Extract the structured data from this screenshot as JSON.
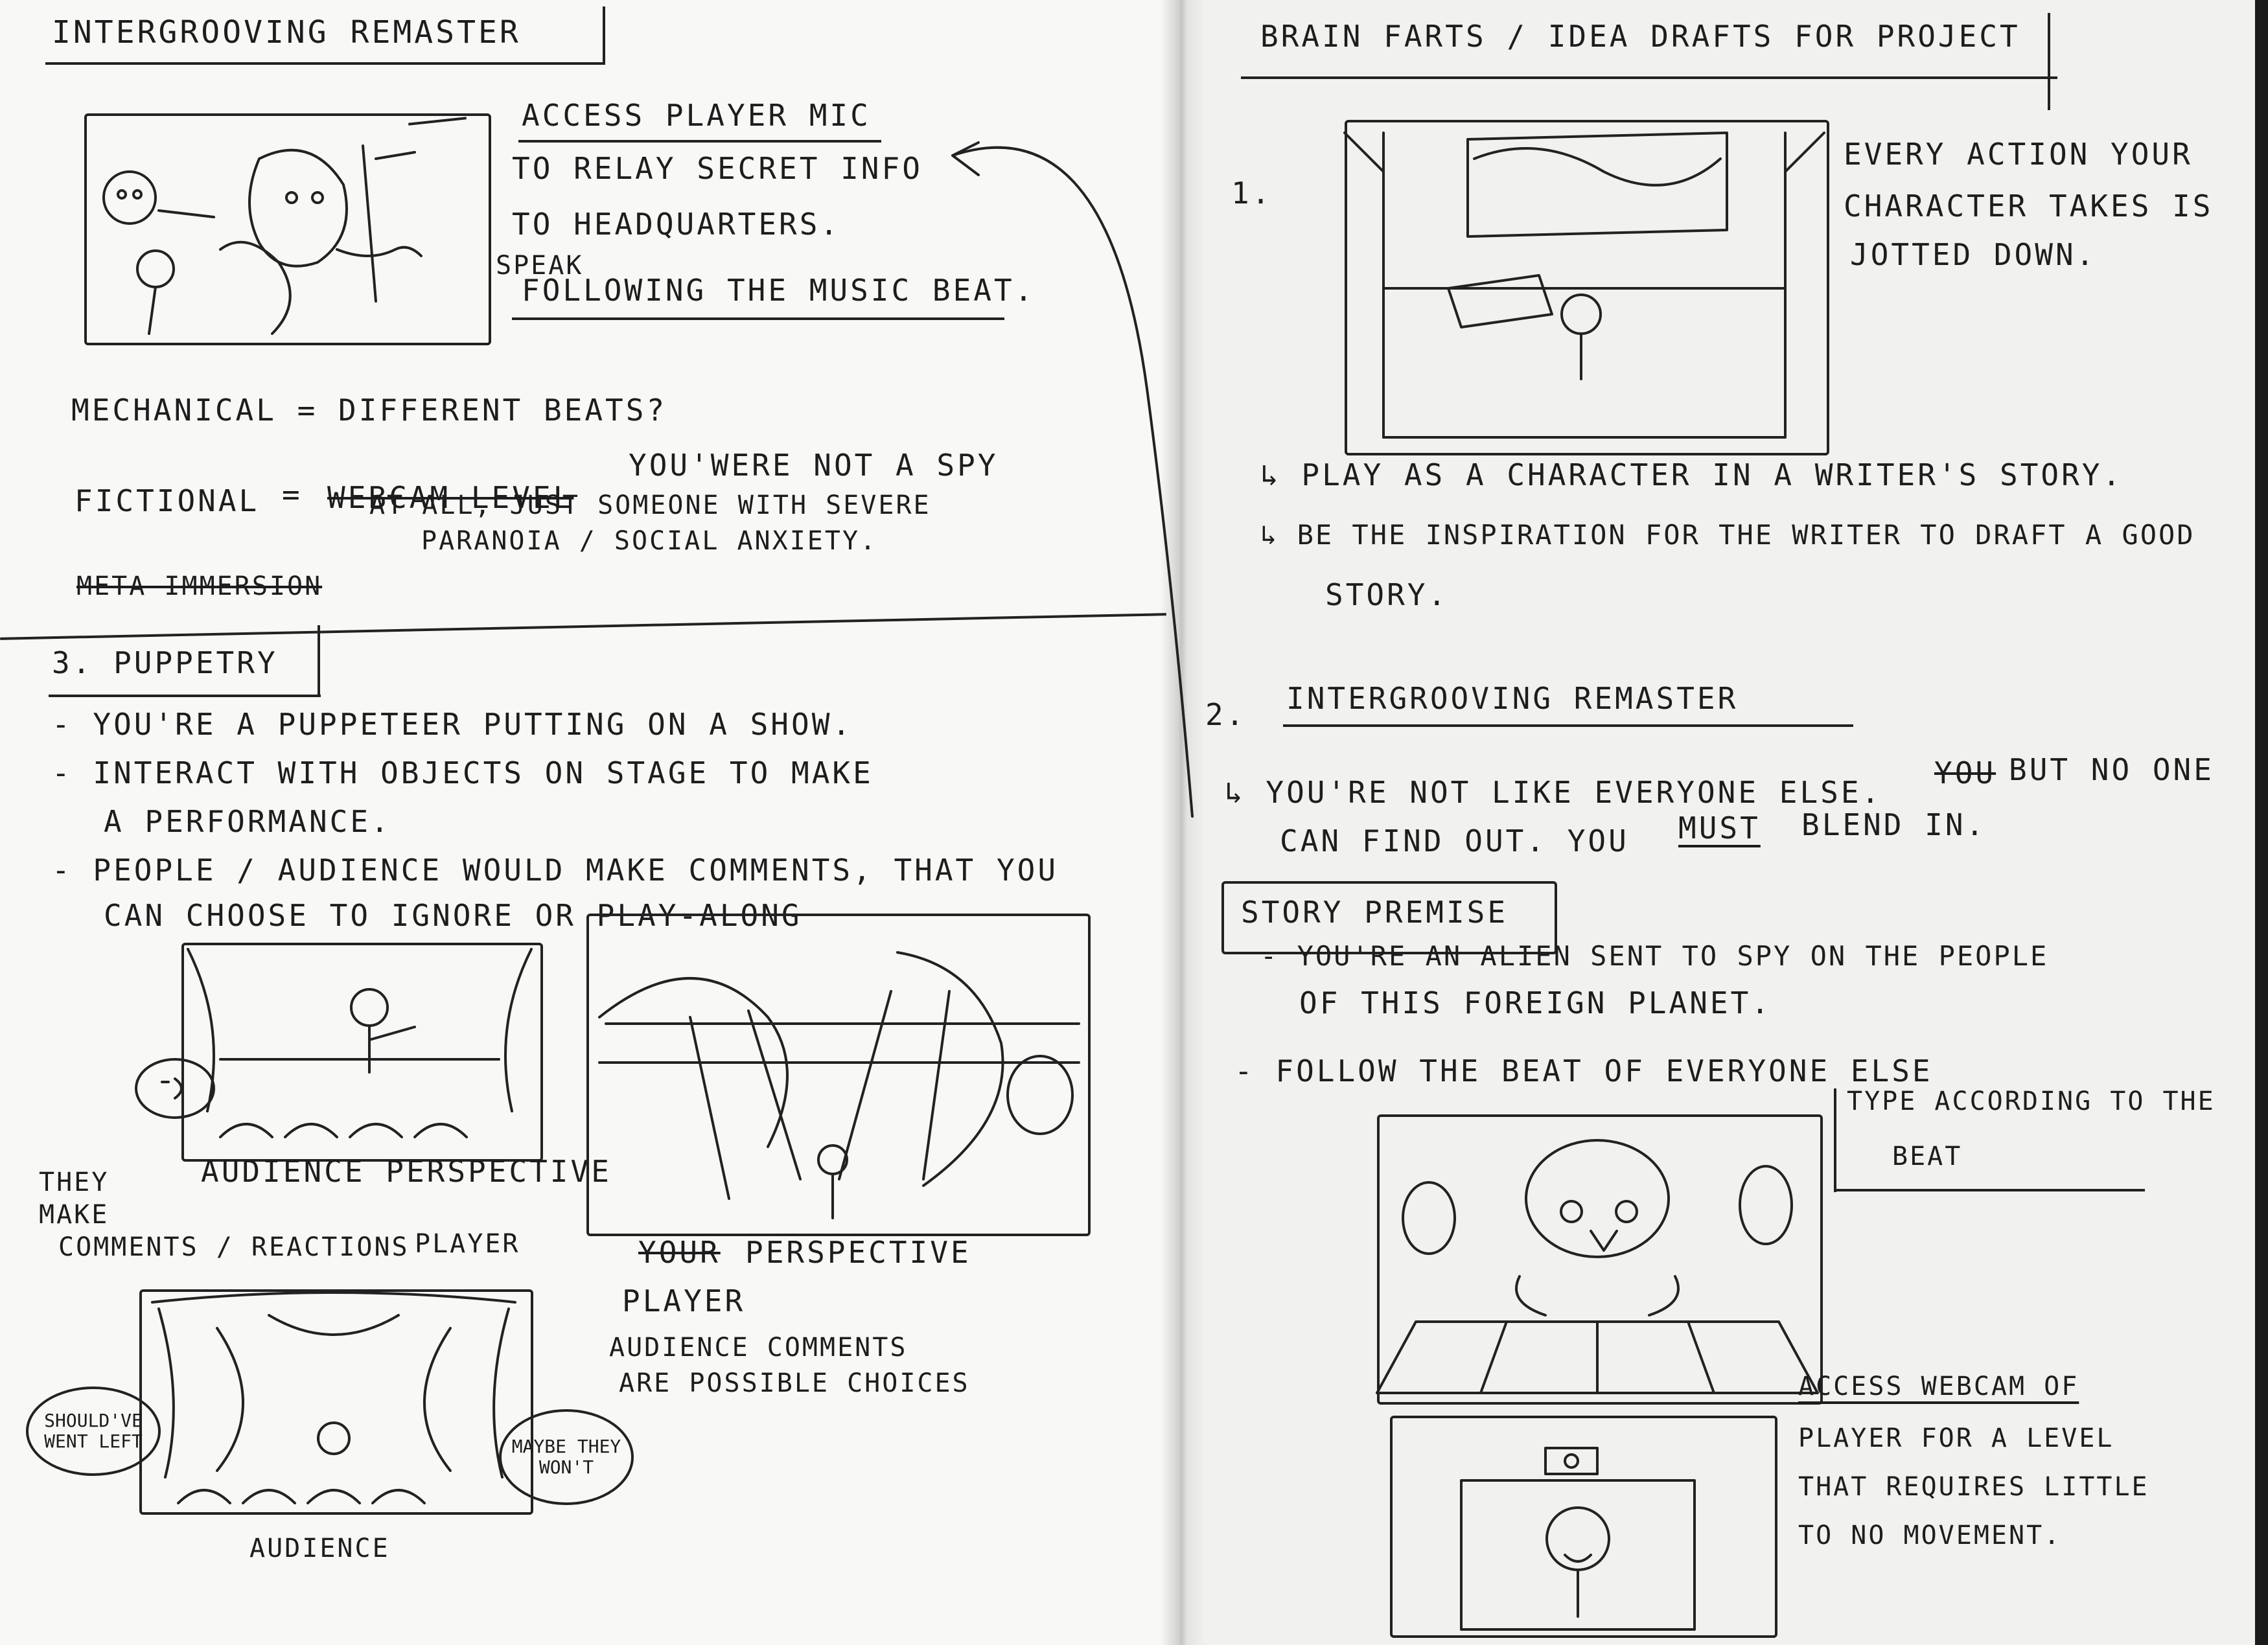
{
  "left": {
    "title": "INTERGROOVING REMASTER",
    "mic_note": {
      "line1": "ACCESS PLAYER MIC",
      "line2": "TO RELAY SECRET INFO",
      "line3": "TO HEADQUARTERS.",
      "speak": "SPEAK",
      "line4": "FOLLOWING THE MUSIC BEAT."
    },
    "mechanical": "MECHANICAL = DIFFERENT BEATS?",
    "fictional_label": "FICTIONAL",
    "fictional_struck": "WEBCAM LEVEL",
    "fictional_text1": "YOU'WERE NOT A SPY",
    "fictional_text2": "AT ALL, JUST SOMEONE WITH SEVERE",
    "fictional_text3": "PARANOIA / SOCIAL ANXIETY.",
    "meta_struck": "META IMMERSION",
    "puppetry_title": "3. PUPPETRY",
    "bullets": [
      "- YOU'RE A PUPPETEER PUTTING ON A SHOW.",
      "- INTERACT WITH OBJECTS ON STAGE TO MAKE",
      "A PERFORMANCE.",
      "- PEOPLE / AUDIENCE WOULD MAKE COMMENTS, THAT YOU",
      "CAN CHOOSE TO IGNORE OR PLAY-ALONG"
    ],
    "audience_perspective": "AUDIENCE PERSPECTIVE",
    "they_make": "THEY",
    "they_make2": "MAKE",
    "comments_reactions": "COMMENTS / REACTIONS",
    "player_label": "PLAYER",
    "your_struck": "YOUR",
    "perspective": "PERSPECTIVE",
    "player_label2": "PLAYER",
    "audience_comments1": "AUDIENCE COMMENTS",
    "audience_comments2": "ARE POSSIBLE CHOICES",
    "bubble_left": "SHOULD'VE WENT LEFT",
    "bubble_right": "MAYBE THEY WON'T",
    "audience_label": "AUDIENCE"
  },
  "right": {
    "title": "BRAIN FARTS / IDEA DRAFTS FOR PROJECT",
    "n1": "1.",
    "every_action1": "EVERY ACTION YOUR",
    "every_action2": "CHARACTER TAKES IS",
    "every_action3": "JOTTED DOWN.",
    "play_as": "↳ PLAY AS A CHARACTER IN A WRITER'S STORY.",
    "be_inspiration": "↳ BE THE INSPIRATION FOR THE WRITER TO DRAFT A GOOD",
    "story": "STORY.",
    "n2": "2.",
    "intergrooving": "INTERGROOVING REMASTER",
    "not_like1a": "↳ YOU'RE NOT LIKE EVERYONE ELSE.",
    "not_like1b": "BUT NO ONE",
    "not_like_struck": "YOU",
    "not_like2a": "CAN FIND OUT. YOU",
    "not_like2b": "MUST",
    "not_like2c": "BLEND IN.",
    "story_premise": "STORY PREMISE",
    "alien1": "- YOU'RE AN ALIEN SENT TO SPY ON THE PEOPLE",
    "alien2": "OF THIS FOREIGN PLANET.",
    "follow_beat": "- FOLLOW THE BEAT OF EVERYONE ELSE",
    "type_according1": "TYPE ACCORDING TO THE",
    "type_according2": "BEAT",
    "webcam1": "ACCESS WEBCAM OF",
    "webcam2": "PLAYER FOR A LEVEL",
    "webcam3": "THAT REQUIRES LITTLE",
    "webcam4": "TO NO MOVEMENT."
  }
}
